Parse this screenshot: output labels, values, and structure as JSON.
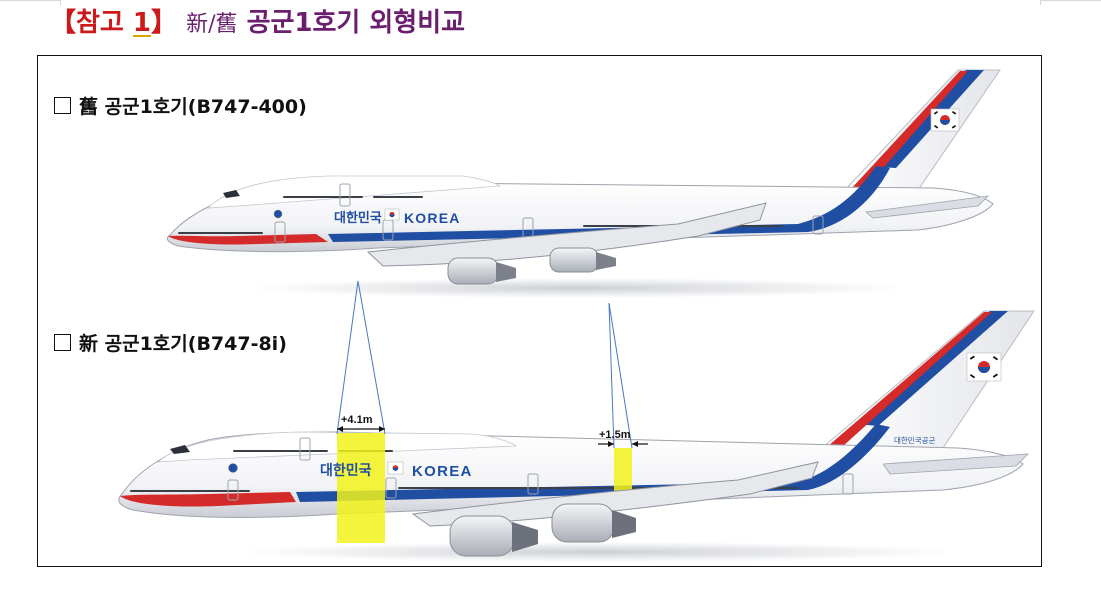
{
  "heading": {
    "bracket_open": "【참고 ",
    "number": "1",
    "bracket_close": "】",
    "hanja": "新/舊",
    "title": "공군1호기 외형비교"
  },
  "old_plane": {
    "label": "舊 공군1호기(B747-400)",
    "livery_korean": "대한민국",
    "livery_english": "KOREA"
  },
  "new_plane": {
    "label": "新 공군1호기(B747-8i)",
    "livery_korean": "대한민국",
    "livery_english": "KOREA",
    "tail_text": "대한민국공군"
  },
  "annotations": {
    "front_extension": "+4.1m",
    "rear_extension": "+1.5m"
  },
  "colors": {
    "heading": "#6b1e6e",
    "bracket": "#cc1a1a",
    "livery_blue": "#1f4ea3",
    "livery_red": "#d42a2a",
    "highlight": "#f2f21a"
  }
}
